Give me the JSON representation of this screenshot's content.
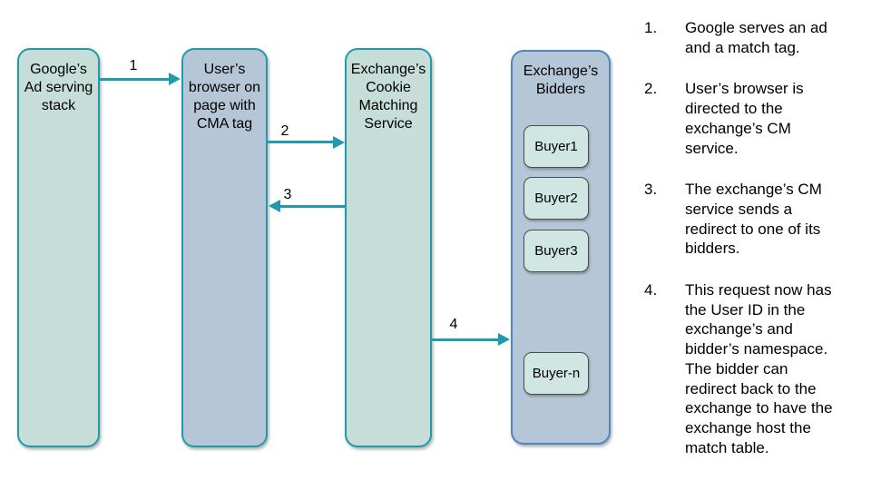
{
  "diagram": {
    "nodes": [
      {
        "label": "Google’s\nAd serving\nstack"
      },
      {
        "label": "User’s\nbrowser on\npage with\nCMA tag"
      },
      {
        "label": "Exchange’s\nCookie\nMatching\nService"
      },
      {
        "label": "Exchange’s\nBidders"
      }
    ],
    "bidders": [
      {
        "label": "Buyer1"
      },
      {
        "label": "Buyer2"
      },
      {
        "label": "Buyer3"
      },
      {
        "label": "Buyer-n"
      }
    ],
    "arrows": [
      {
        "label": "1"
      },
      {
        "label": "2"
      },
      {
        "label": "3"
      },
      {
        "label": "4"
      }
    ],
    "colors": {
      "teal_accent": "#1f9bac",
      "green_node_fill": "#c6ded7",
      "blue_node_fill": "#b5c6d6",
      "bidders_node_border": "#4f86c6",
      "bidder_box_fill": "#d0e6e2",
      "bidder_box_border": "#4d4d4d",
      "text": "#000000"
    }
  },
  "steps": [
    {
      "num": "1.",
      "text": "Google serves an ad\nand a match tag."
    },
    {
      "num": "2.",
      "text": "User’s browser is\ndirected to the\nexchange’s CM\nservice."
    },
    {
      "num": "3.",
      "text": "The exchange’s CM\nservice sends a\nredirect to one of its\nbidders."
    },
    {
      "num": "4.",
      "text": "This request now has\nthe User ID in the\nexchange’s and\nbidder’s namespace.\nThe bidder can\nredirect back to the\nexchange to have the\nexchange host the\nmatch table."
    }
  ]
}
